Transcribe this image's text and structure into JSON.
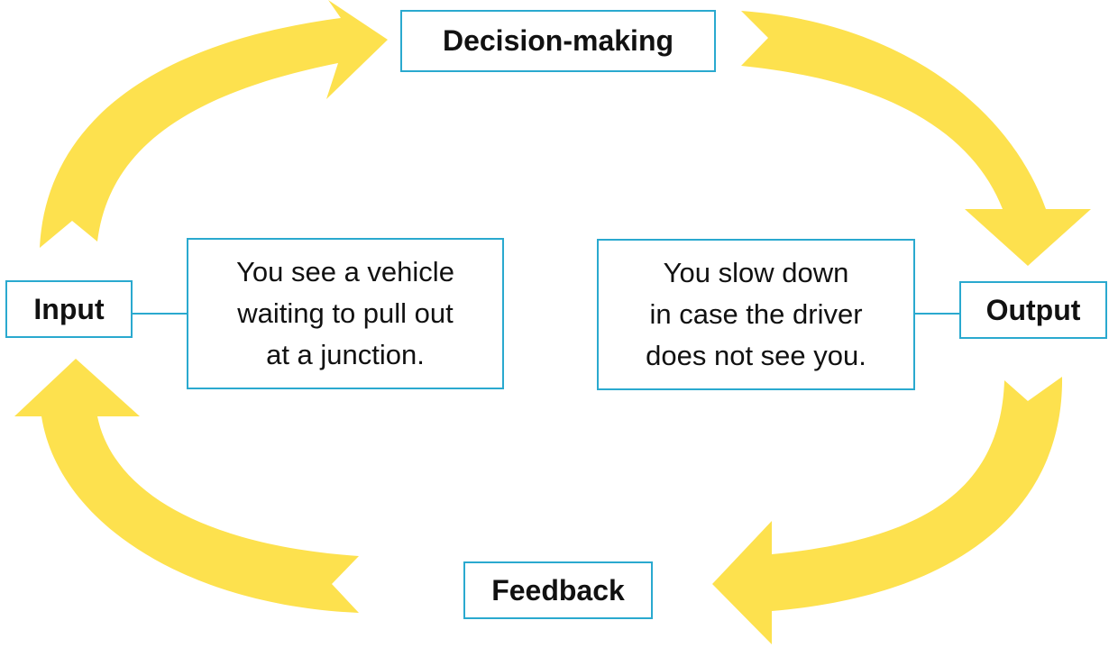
{
  "colors": {
    "arrow": "#fde14e",
    "box_border": "#2aa9cf",
    "text": "#111111"
  },
  "nodes": {
    "decision": "Decision-making",
    "input": "Input",
    "output": "Output",
    "feedback": "Feedback"
  },
  "input_example": {
    "lines": [
      "You see a vehicle",
      "waiting to pull out",
      "at a junction."
    ]
  },
  "output_example": {
    "lines": [
      "You slow down",
      "in case the driver",
      "does not see you."
    ]
  }
}
